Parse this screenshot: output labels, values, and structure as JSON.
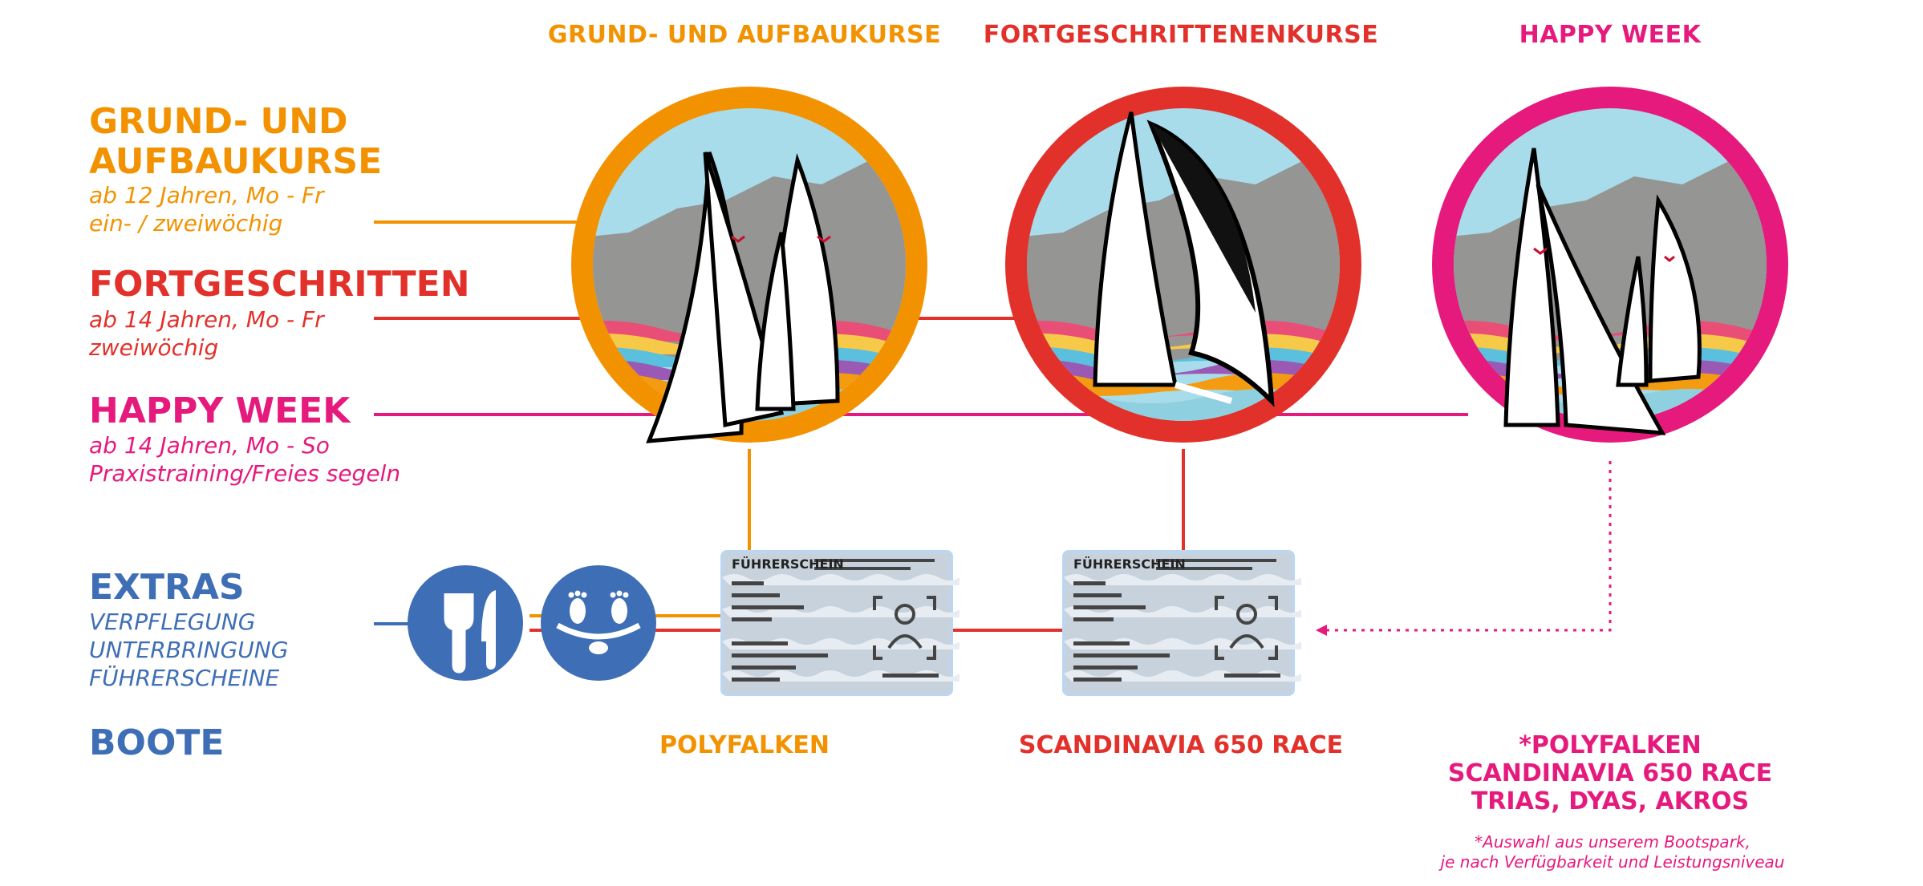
{
  "columns": [
    {
      "title": "GRUND- UND AUFBAUKURSE",
      "color": "#f39200"
    },
    {
      "title": "FORTGESCHRITTENENKURSE",
      "color": "#e2312a"
    },
    {
      "title": "HAPPY WEEK",
      "color": "#e6197d"
    }
  ],
  "rows": [
    {
      "title_line1": "GRUND- UND",
      "title_line2": "AUFBAUKURSE",
      "desc_line1": "ab 12 Jahren, Mo - Fr",
      "desc_line2": "ein- / zweiwöchig",
      "color": "#f39200"
    },
    {
      "title_line1": "FORTGESCHRITTEN",
      "desc_line1": "ab 14 Jahren, Mo - Fr",
      "desc_line2": "zweiwöchig",
      "color": "#e2312a"
    },
    {
      "title_line1": "HAPPY WEEK",
      "desc_line1": "ab 14 Jahren, Mo - So",
      "desc_line2": "Praxistraining/Freies segeln",
      "color": "#e6197d"
    }
  ],
  "extras": {
    "title": "EXTRAS",
    "items": [
      "VERPFLEGUNG",
      "UNTERBRINGUNG",
      "FÜHRERSCHEINE"
    ],
    "color": "#3e6eb5",
    "icons": [
      "cutlery-icon",
      "bed-feet-icon"
    ]
  },
  "license_cards": [
    {
      "header": "FÜHRERSCHEIN"
    },
    {
      "header": "FÜHRERSCHEIN"
    }
  ],
  "boats": {
    "title": "BOOTE",
    "items": [
      {
        "text": "POLYFALKEN",
        "color": "#f39200"
      },
      {
        "text": "SCANDINAVIA 650 RACE",
        "color": "#e2312a"
      }
    ],
    "happy_week": [
      "*POLYFALKEN",
      "SCANDINAVIA 650 RACE",
      "TRIAS, DYAS, AKROS"
    ],
    "footnote_line1": "*Auswahl aus unserem Bootspark,",
    "footnote_line2": "je nach Verfügbarkeit und Leistungsniveau"
  }
}
